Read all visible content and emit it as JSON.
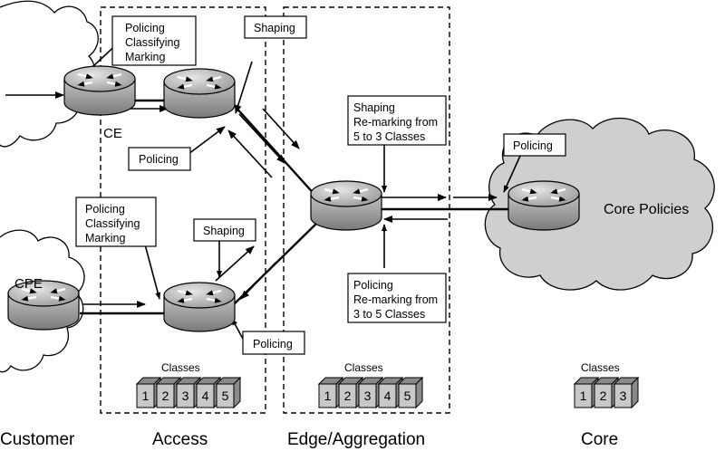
{
  "zones": {
    "customer": "Customer",
    "access": "Access",
    "edge": "Edge/Aggregation",
    "core": "Core"
  },
  "routers": {
    "ce": "CE",
    "cpe": "CPE"
  },
  "cloud": {
    "core_policies": "Core Policies"
  },
  "boxes": {
    "ce_policy": [
      "Policing",
      "Classifying",
      "Marking"
    ],
    "cpe_policy": [
      "Policing",
      "Classifying",
      "Marking"
    ],
    "access_shaping_top": "Shaping",
    "access_policing_top": "Policing",
    "access_shaping_bottom": "Shaping",
    "access_policing_bottom": "Policing",
    "edge_shaping": [
      "Shaping",
      "Re-marking from",
      "5 to 3 Classes"
    ],
    "edge_policing": [
      "Policing",
      "Re-marking from",
      "3 to 5 Classes"
    ],
    "core_policing": "Policing"
  },
  "classes": {
    "access": {
      "title": "Classes",
      "items": [
        "1",
        "2",
        "3",
        "4",
        "5"
      ]
    },
    "edge": {
      "title": "Classes",
      "items": [
        "1",
        "2",
        "3",
        "4",
        "5"
      ]
    },
    "core": {
      "title": "Classes",
      "items": [
        "1",
        "2",
        "3"
      ]
    }
  },
  "colors": {
    "cloud_fill": "#cfcfcf",
    "router_body": "#a8a8a8",
    "cube_front": "#c8c8c8"
  }
}
